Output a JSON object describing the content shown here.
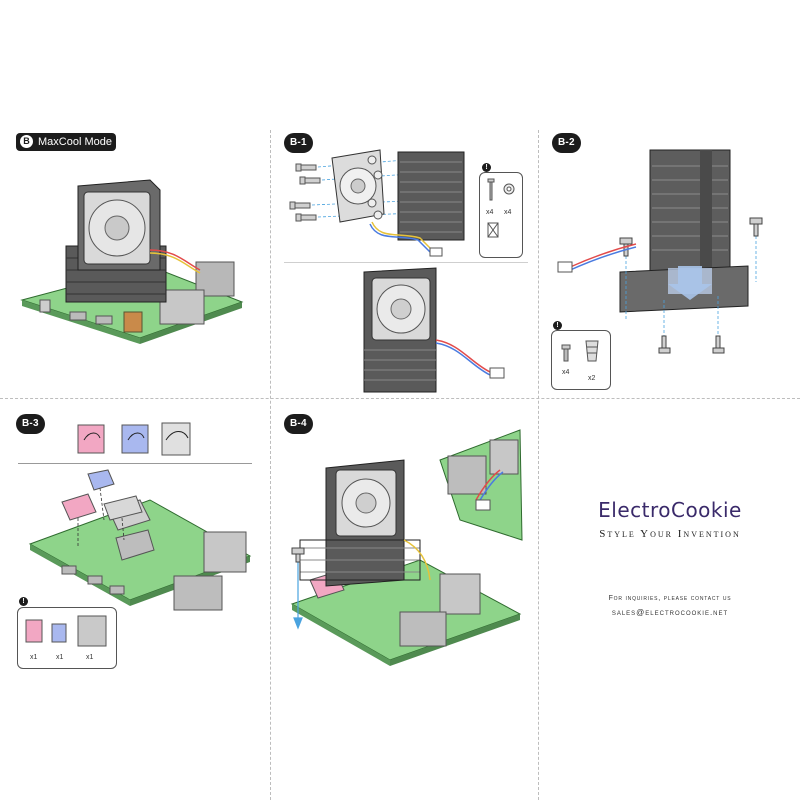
{
  "panels": {
    "b0": {
      "step_letter": "B",
      "title": "MaxCool Mode"
    },
    "b1": {
      "label": "B-1",
      "callout": {
        "icon": "!",
        "qty_screw": "x4",
        "qty_washer": "x4"
      }
    },
    "b2": {
      "label": "B-2",
      "callout": {
        "icon": "!",
        "qty_screw": "x4",
        "qty_anchor": "x2"
      }
    },
    "b3": {
      "label": "B-3",
      "callout": {
        "icon": "!",
        "qty_pink": "x1",
        "qty_blue": "x1",
        "qty_gray": "x1"
      }
    },
    "b4": {
      "label": "B-4"
    }
  },
  "branding": {
    "name": "ElectroCookie",
    "tagline": "Style Your Invention",
    "inquiry": "For inquiries, please contact us",
    "email": "sales@electrocookie.net"
  },
  "colors": {
    "pcb_green": "#8ed48a",
    "heatsink": "#5a5a5a",
    "fan_frame": "#d9d9d9",
    "pad_pink": "#f2a7c3",
    "pad_blue": "#a9b8ef",
    "pad_gray": "#c9c9c9",
    "brand": "#3a2a6a"
  }
}
